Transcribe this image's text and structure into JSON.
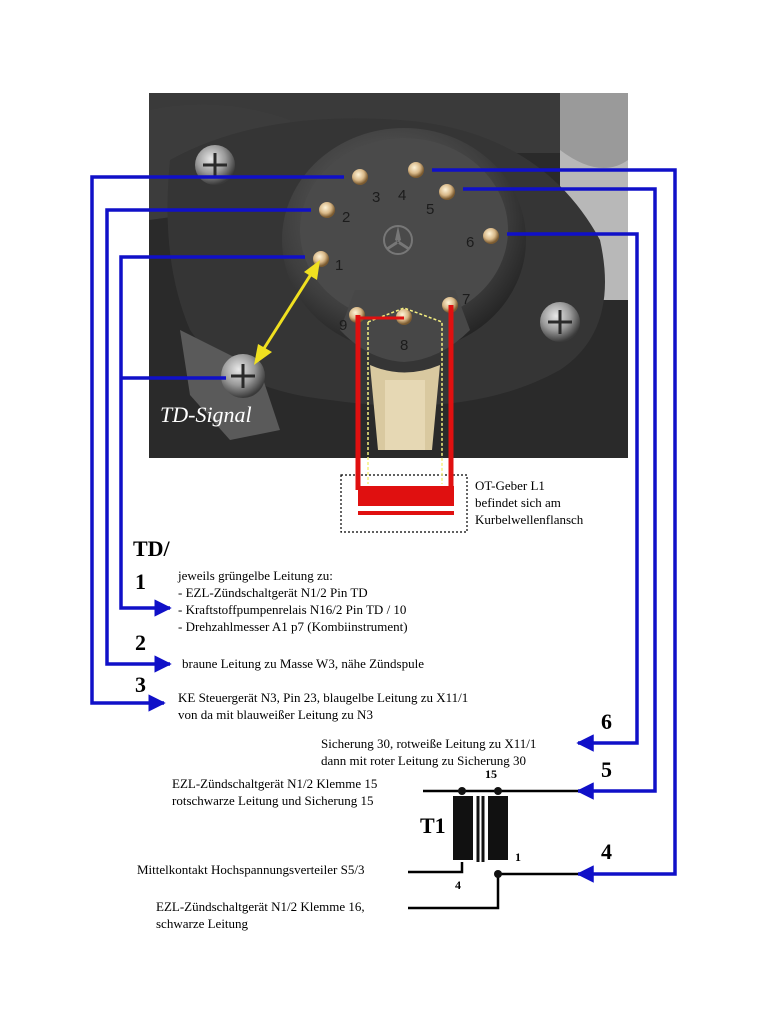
{
  "photo": {
    "td_signal_label": "TD-Signal",
    "pin_labels": [
      "3",
      "4",
      "5",
      "2",
      "6",
      "1",
      "9",
      "8",
      "7"
    ]
  },
  "ot_geber": {
    "line1": "OT-Geber L1",
    "line2": "befindet sich am",
    "line3": "Kurbelwellenflansch"
  },
  "td_heading": "TD/",
  "sections": [
    {
      "number": "1",
      "lines": [
        "jeweils grüngelbe Leitung zu:",
        "- EZL-Zündschaltgerät N1/2 Pin TD",
        "- Kraftstoffpumpenrelais N16/2 Pin TD / 10",
        "- Drehzahlmesser A1 p7 (Kombiinstrument)"
      ]
    },
    {
      "number": "2",
      "lines": [
        "braune Leitung zu Masse W3, nähe Zündspule"
      ]
    },
    {
      "number": "3",
      "lines": [
        "KE Steuergerät N3, Pin 23, blaugelbe Leitung zu X11/1",
        "von da mit blauweißer Leitung zu N3"
      ]
    },
    {
      "number": "6",
      "lines": [
        "Sicherung 30, rotweiße Leitung zu X11/1",
        "dann mit roter Leitung zu Sicherung 30"
      ]
    },
    {
      "number": "5",
      "lines": [
        "EZL-Zündschaltgerät N1/2 Klemme 15",
        "rotschwarze Leitung und Sicherung 15"
      ]
    },
    {
      "number": "4",
      "lines": [
        "Mittelkontakt Hochspannungsverteiler S5/3"
      ]
    }
  ],
  "coil": {
    "label": "T1",
    "terminal_15": "15",
    "terminal_1": "1",
    "terminal_4": "4",
    "klemme16_line1": "EZL-Zündschaltgerät N1/2 Klemme 16,",
    "klemme16_line2": "schwarze Leitung"
  },
  "colors": {
    "wire_blue": "#1010c8",
    "wire_red": "#e01010",
    "highlight_yellow": "#f0e020"
  }
}
